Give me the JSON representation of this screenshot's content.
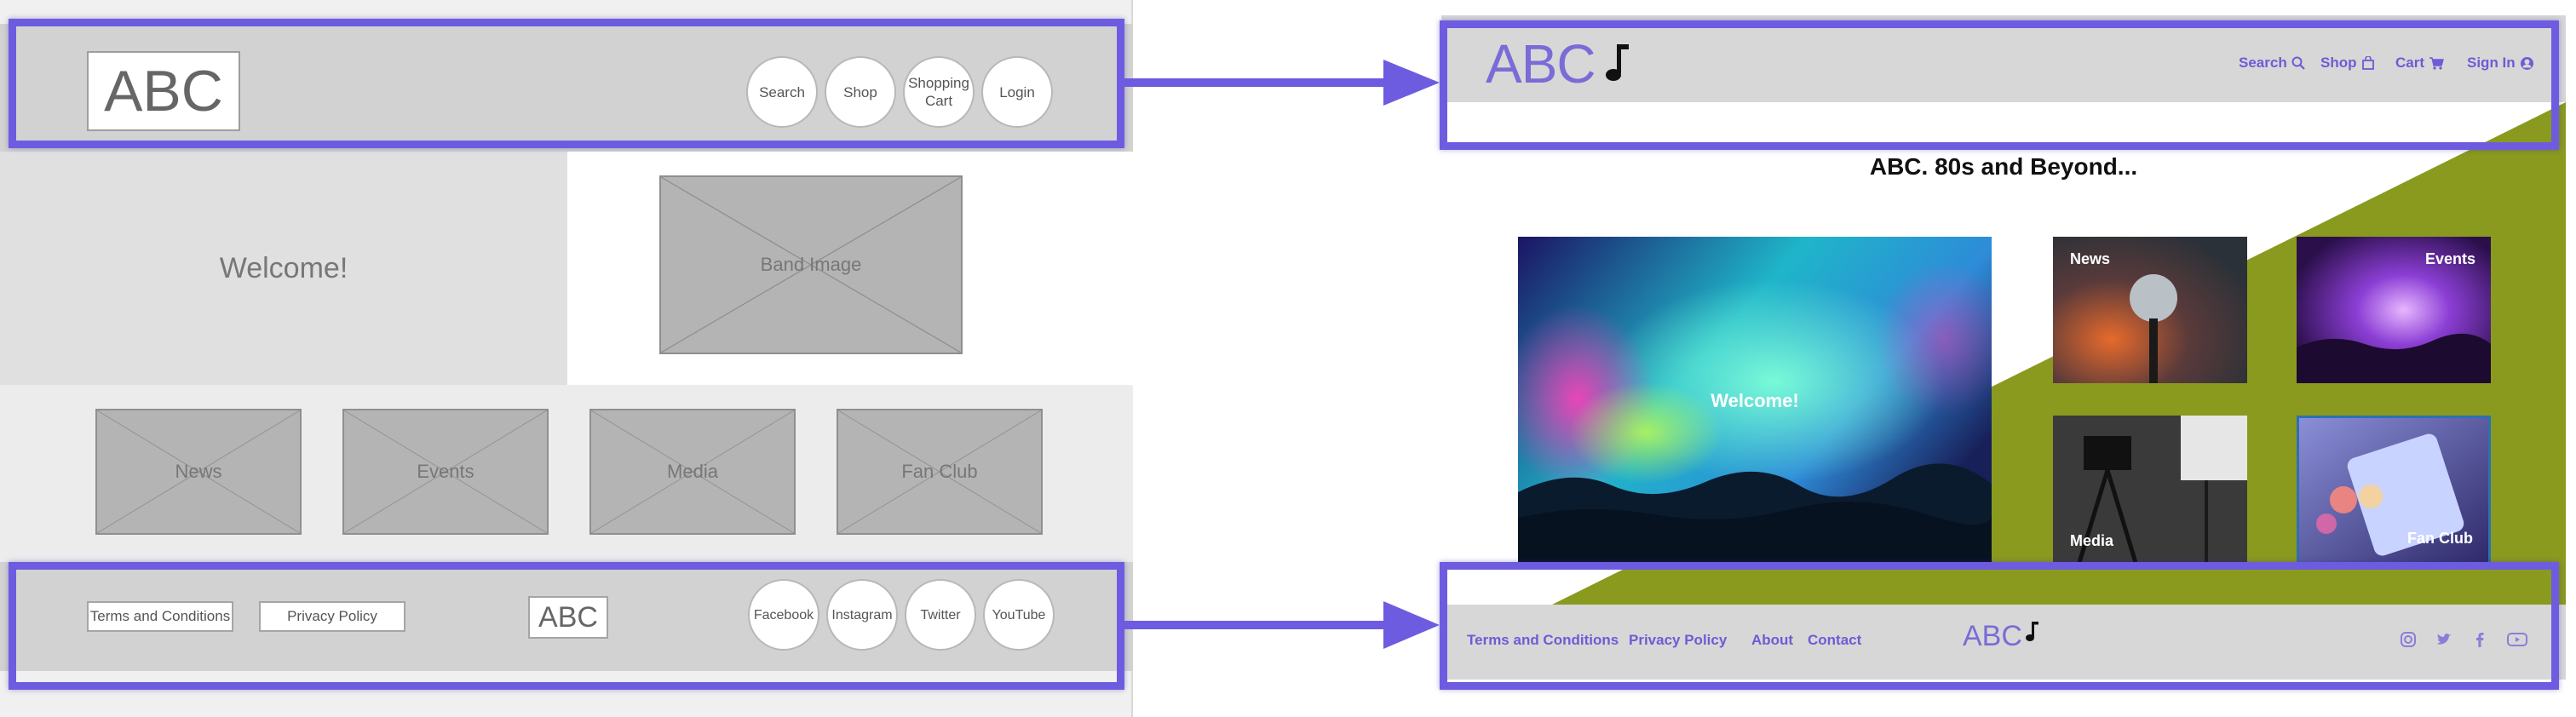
{
  "wireframe": {
    "logo": "ABC",
    "nav": [
      "Search",
      "Shop",
      "Shopping Cart",
      "Login"
    ],
    "welcome": "Welcome!",
    "band_image": "Band Image",
    "tiles": [
      "News",
      "Events",
      "Media",
      "Fan Club"
    ],
    "footer_links": [
      "Terms and Conditions",
      "Privacy Policy"
    ],
    "footer_logo": "ABC",
    "social": [
      "Facebook",
      "Instagram",
      "Twitter",
      "YouTube"
    ]
  },
  "site": {
    "logo": "ABC",
    "nav": [
      {
        "label": "Search",
        "icon": "search-icon"
      },
      {
        "label": "Shop",
        "icon": "bag-icon"
      },
      {
        "label": "Cart",
        "icon": "cart-icon"
      },
      {
        "label": "Sign In",
        "icon": "user-circle-icon"
      }
    ],
    "title": "ABC. 80s and Beyond...",
    "hero_label": "Welcome!",
    "tiles": [
      "News",
      "Events",
      "Media",
      "Fan Club"
    ],
    "footer_links": [
      "Terms and Conditions",
      "Privacy Policy",
      "About",
      "Contact"
    ],
    "footer_logo": "ABC",
    "social_icons": [
      "instagram-icon",
      "twitter-icon",
      "facebook-icon",
      "youtube-icon"
    ]
  },
  "colors": {
    "accent": "#6d5ce0",
    "brand_text": "#7a6cd6",
    "green": "#8a9a1e",
    "wire_gray": "#d2d2d2"
  }
}
